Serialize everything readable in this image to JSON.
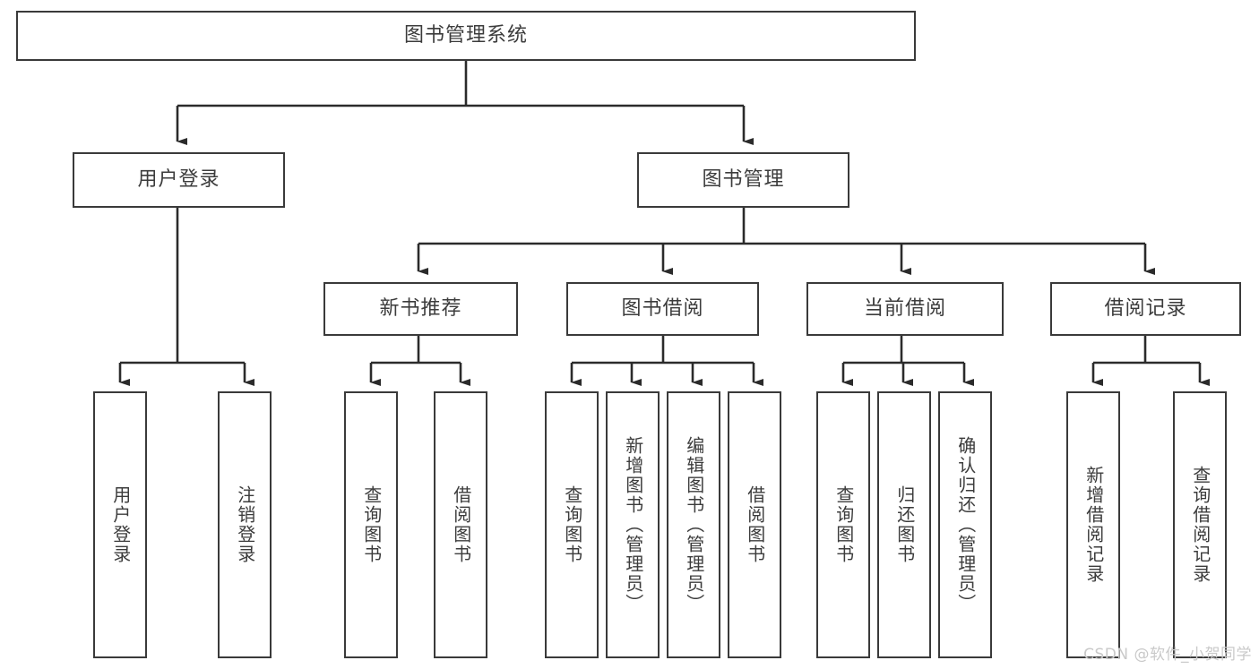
{
  "diagram": {
    "title": "图书管理系统",
    "type": "tree",
    "watermark": "CSDN @软件_小贺同学",
    "colors": {
      "box_border": "#3a3a3a",
      "box_fill": "#ffffff",
      "connector": "#2b2b2b",
      "text": "#3c3c3c",
      "watermark": "#c9c9c9",
      "background": "#ffffff"
    },
    "nodes": {
      "root": {
        "label": "图书管理系统"
      },
      "level1": [
        {
          "label": "用户登录"
        },
        {
          "label": "图书管理"
        }
      ],
      "level2": [
        {
          "label": "新书推荐"
        },
        {
          "label": "图书借阅"
        },
        {
          "label": "当前借阅"
        },
        {
          "label": "借阅记录"
        }
      ],
      "leaves": [
        {
          "label": "用户登录"
        },
        {
          "label": "注销登录"
        },
        {
          "label": "查询图书"
        },
        {
          "label": "借阅图书"
        },
        {
          "label": "查询图书"
        },
        {
          "label": "新增图书（管理员）"
        },
        {
          "label": "编辑图书（管理员）"
        },
        {
          "label": "借阅图书"
        },
        {
          "label": "查询图书"
        },
        {
          "label": "归还图书"
        },
        {
          "label": "确认归还（管理员）"
        },
        {
          "label": "新增借阅记录"
        },
        {
          "label": "查询借阅记录"
        }
      ]
    }
  }
}
